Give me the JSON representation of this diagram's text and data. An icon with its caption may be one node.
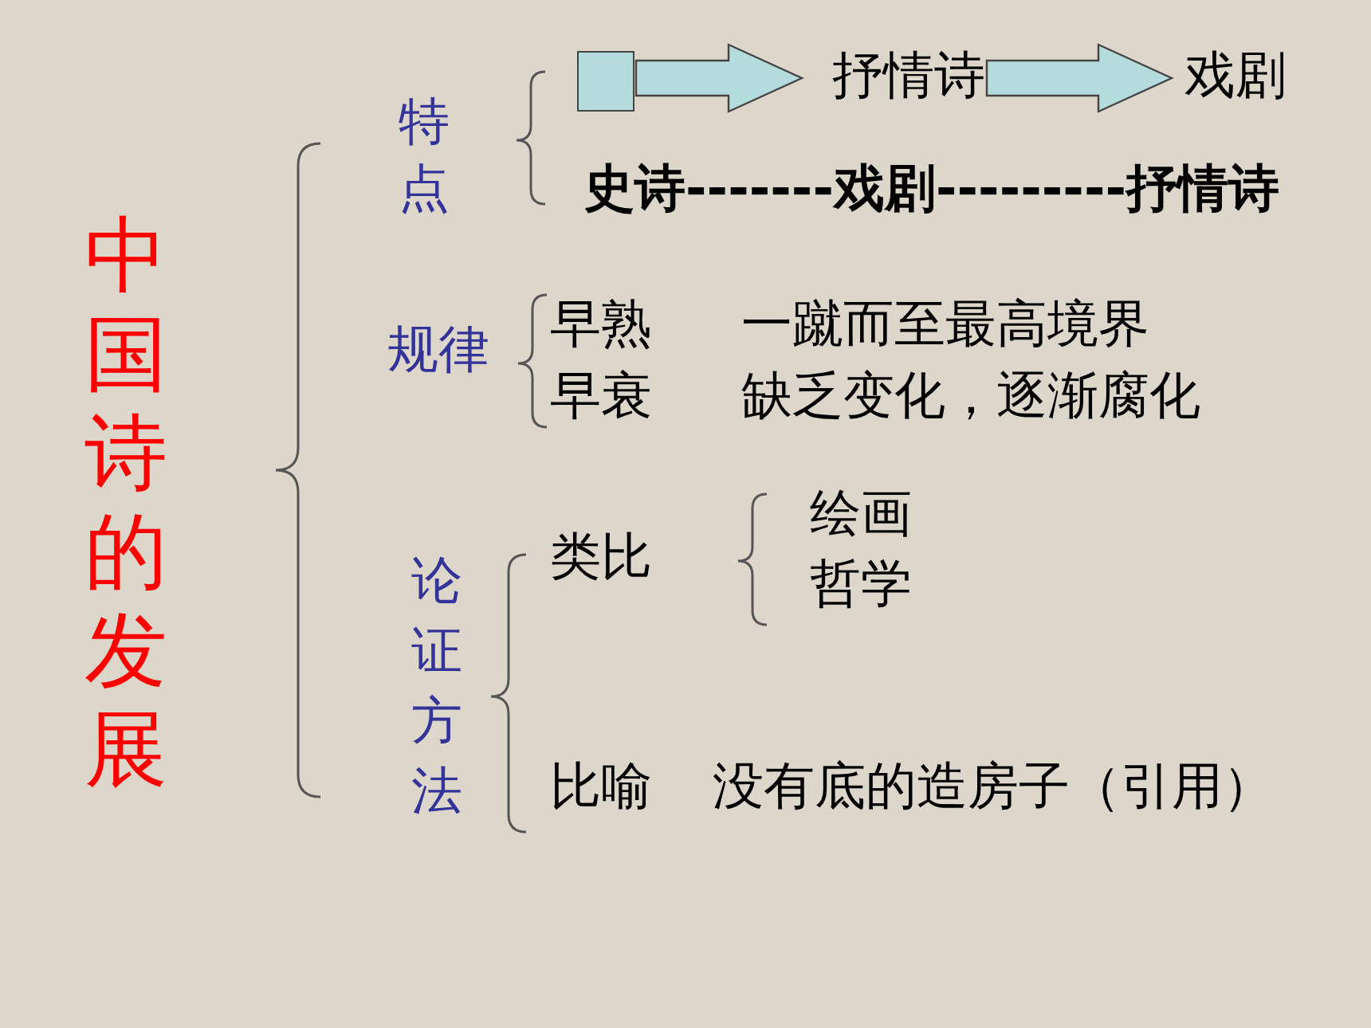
{
  "diagram": {
    "title": "中国诗的发展",
    "nodes": [
      {
        "text": [],
        "shape": "box"
      },
      {
        "text": [
          "抒情诗"
        ]
      },
      {
        "text": [
          "戏剧"
        ]
      }
    ],
    "edges": [
      {
        "from": 0,
        "to": 1,
        "arrow": "to"
      },
      {
        "from": 1,
        "to": 2,
        "arrow": "to"
      }
    ],
    "labels": [
      "特点",
      "史诗-------戏剧---------抒情诗",
      "规律",
      "早熟",
      "一蹴而至最高境界",
      "早衰",
      "缺乏变化，逐渐腐化",
      "论证方法",
      "类比",
      "绘画",
      "哲学",
      "比喻",
      "没有底的造房子（引用）"
    ]
  }
}
